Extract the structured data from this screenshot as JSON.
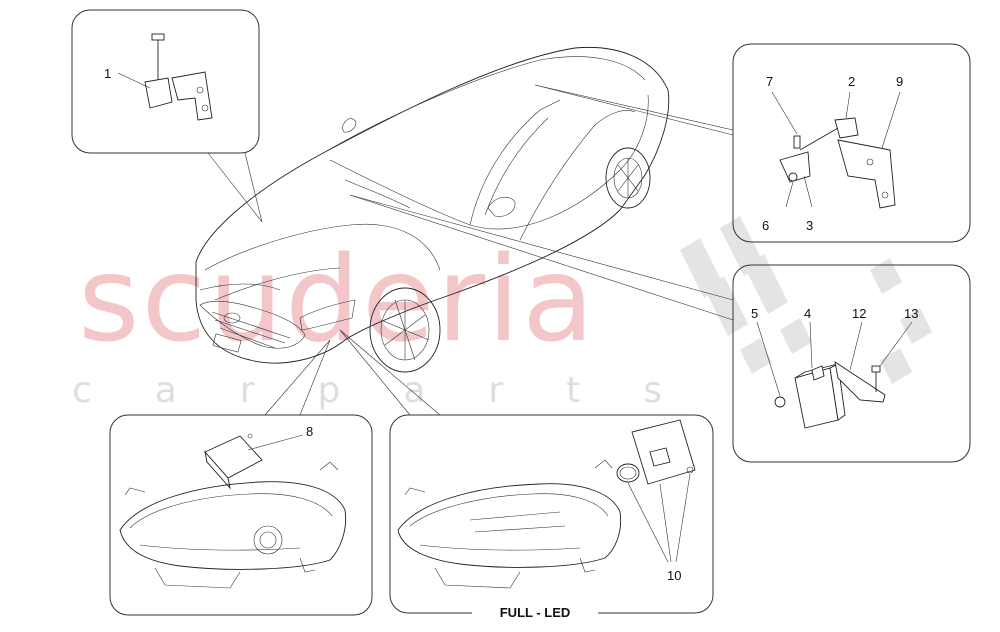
{
  "watermark": {
    "brand": "scuderia",
    "tagline": "c a r p a r t s"
  },
  "caption": "FULL - LED",
  "callouts": {
    "p1": "1",
    "p2": "2",
    "p3": "3",
    "p4": "4",
    "p5": "5",
    "p6": "6",
    "p7": "7",
    "p8": "8",
    "p9": "9",
    "p10": "10",
    "p12": "12",
    "p13": "13"
  }
}
